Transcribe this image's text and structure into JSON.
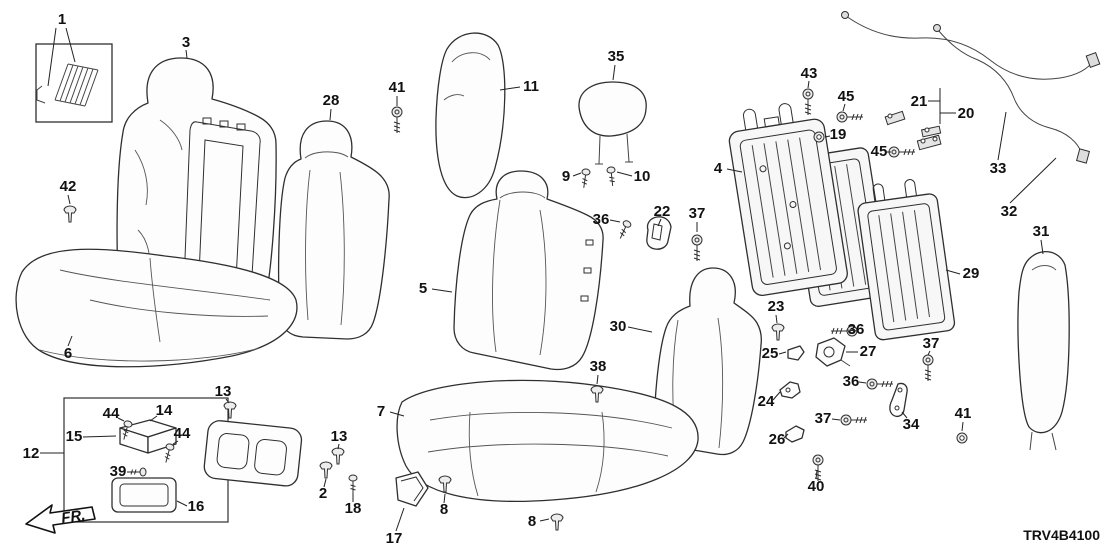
{
  "diagram": {
    "code": "TRV4B4100",
    "fr_label": "FR."
  },
  "callouts": {
    "c1": "1",
    "c2": "2",
    "c3": "3",
    "c4": "4",
    "c5": "5",
    "c6": "6",
    "c7": "7",
    "c8a": "8",
    "c8b": "8",
    "c9": "9",
    "c10": "10",
    "c11": "11",
    "c12": "12",
    "c13a": "13",
    "c13b": "13",
    "c14": "14",
    "c15": "15",
    "c16": "16",
    "c17": "17",
    "c18": "18",
    "c19": "19",
    "c20": "20",
    "c21": "21",
    "c22": "22",
    "c23": "23",
    "c24": "24",
    "c25": "25",
    "c26": "26",
    "c27": "27",
    "c28": "28",
    "c29": "29",
    "c30": "30",
    "c31": "31",
    "c32": "32",
    "c33": "33",
    "c34": "34",
    "c35": "35",
    "c36a": "36",
    "c36b": "36",
    "c36c": "36",
    "c37a": "37",
    "c37b": "37",
    "c37c": "37",
    "c38": "38",
    "c39": "39",
    "c40": "40",
    "c41a": "41",
    "c41b": "41",
    "c42": "42",
    "c43": "43",
    "c44a": "44",
    "c44b": "44",
    "c45a": "45",
    "c45b": "45"
  }
}
